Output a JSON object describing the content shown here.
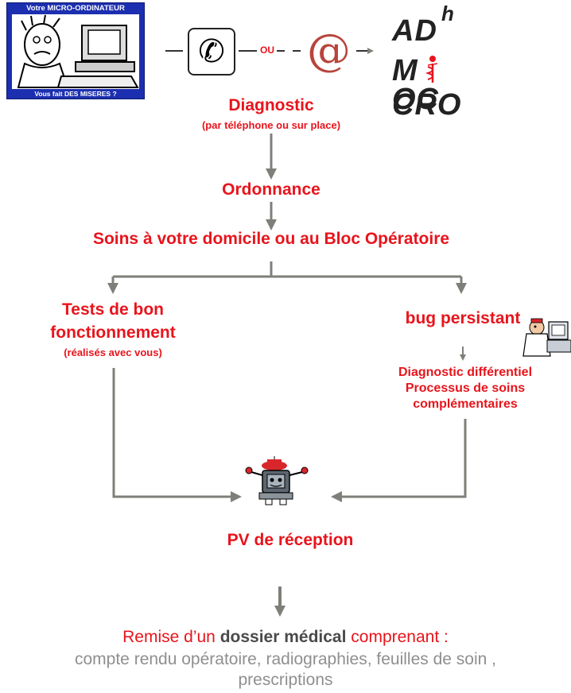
{
  "logo": {
    "top_text": "Votre MICRO-ORDINATEUR",
    "bottom_text": "Vous fait DES MISERES ?",
    "art_icon": "frustrated-computer-user-icon"
  },
  "contact": {
    "phone_icon": "phone-icon",
    "ou_label": "OU",
    "at_symbol": "@"
  },
  "brand": {
    "line1": "AD",
    "sup": "h",
    "line1_end": "OC",
    "line2_start": "M",
    "line2_end": "CRO",
    "caduceus_icon": "caduceus-icon"
  },
  "flow": {
    "diagnostic": "Diagnostic",
    "diagnostic_sub": "(par téléphone  ou sur place)",
    "ordonnance": "Ordonnance",
    "soins": "Soins à votre domicile ou au Bloc Opératoire",
    "tests_line1": "Tests de bon",
    "tests_line2": "fonctionnement",
    "tests_sub": "(réalisés avec vous)",
    "bug": "bug persistant",
    "diff_line1": "Diagnostic différentiel",
    "diff_line2": "Processus de soins",
    "diff_line3": "complémentaires",
    "pv": "PV de réception"
  },
  "remise": {
    "part1": "Remise d’un ",
    "part2": "dossier médical",
    "part3": " comprenant :"
  },
  "details": "compte rendu opératoire, radiographies, feuilles de soin , prescriptions",
  "colors": {
    "accent": "#e8141c",
    "arrow": "#7f7f7a",
    "logo_bg": "#1c2fb0"
  }
}
